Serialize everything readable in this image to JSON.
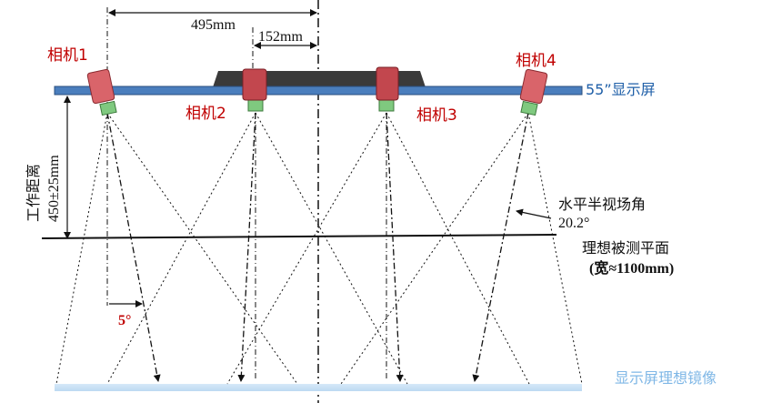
{
  "cameras": [
    {
      "label": "相机1"
    },
    {
      "label": "相机2"
    },
    {
      "label": "相机3"
    },
    {
      "label": "相机4"
    }
  ],
  "dimensions": {
    "width_495": "495mm",
    "width_152": "152mm",
    "working_distance_title": "工作距离",
    "working_distance_value": "450±25mm"
  },
  "labels": {
    "display": "55”显示屏",
    "fov_title": "水平半视场角",
    "fov_value": "20.2°",
    "plane_title": "理想被测平面",
    "plane_width": "(宽≈1100mm)",
    "angle": "5°",
    "mirror": "显示屏理想镜像"
  },
  "colors": {
    "display_bar": "#4a7ebd",
    "camera_body": "#d9646a",
    "camera_lens": "#7fc97f",
    "camera_text": "#c00000",
    "display_text": "#1f5fa8",
    "mirror_text": "#7fb7e6"
  }
}
